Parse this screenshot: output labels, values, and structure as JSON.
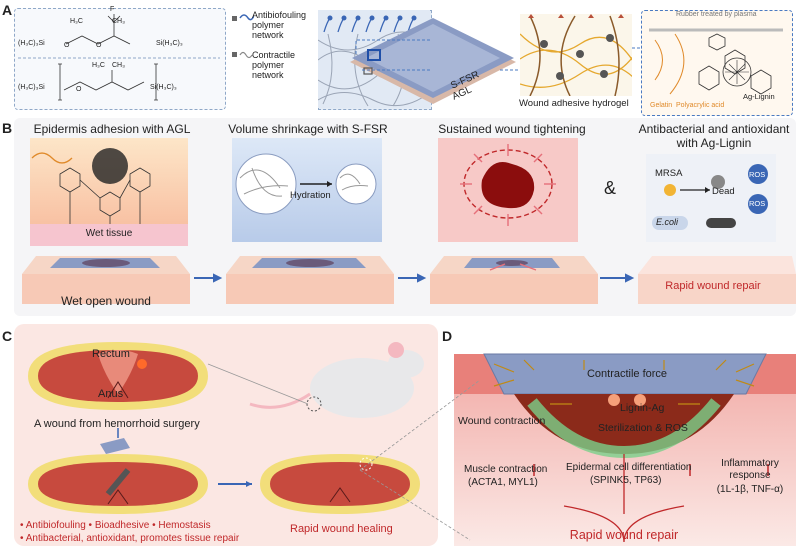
{
  "panel_a": {
    "label": "A",
    "chem1": {
      "left": "(H₃C)₃Si",
      "mid_o1": "O",
      "mid_o2": "O",
      "ch3": "H₃C",
      "ch3b": "CH₃",
      "si": "Si",
      "cf3": "F",
      "right": "Si(H₃C)₃"
    },
    "chem2": {
      "left": "(H₃C)₃Si",
      "ch3": "H₃C",
      "ch3b": "CH₃",
      "si": "Si",
      "right": "Si(H₃C)₃",
      "o": "O"
    },
    "legend1": "Antibiofouling\npolymer\nnetwork",
    "legend2": "Contractile\npolymer\nnetwork",
    "sfsr": "S-FSR",
    "agl": "AGL",
    "wound_adhesive": "Wound adhesive hydrogel",
    "rubber": "Rubber treated by plasma",
    "gelatin": "Gelatin",
    "polyacrylic": "Polyacrylic acid",
    "aglignin": "Ag-Lignin"
  },
  "panel_b": {
    "label": "B",
    "step1": "Epidermis adhesion with AGL",
    "step2": "Volume shrinkage with S-FSR",
    "step3": "Sustained wound tightening",
    "step4": "Antibacterial and antioxidant\nwith Ag-Lignin",
    "wet_tissue": "Wet tissue",
    "hydration": "Hydration",
    "amp": "&",
    "mrsa": "MRSA",
    "dead": "Dead",
    "ros": "ROS",
    "ecoli": "E.coli",
    "wet_open_wound": "Wet open wound",
    "rapid_repair": "Rapid wound repair"
  },
  "panel_c": {
    "label": "C",
    "rectum": "Rectum",
    "anus": "Anus",
    "surgery": "A wound from hemorrhoid surgery",
    "rapid_healing": "Rapid wound healing",
    "bullets1": "• Antibiofouling  • Bioadhesive  • Hemostasis",
    "bullets2": "• Antibacterial, antioxidant, promotes tissue repair"
  },
  "panel_d": {
    "label": "D",
    "contractile": "Contractile force",
    "lignin_ag": "Lignin-Ag",
    "sterilization": "Sterilization & ROS",
    "wound_contraction": "Wound contraction",
    "muscle": "Muscle contraction",
    "muscle_genes": "(ACTA1, MYL1)",
    "epidermal": "Epidermal cell differentiation",
    "epidermal_genes": "(SPINK5, TP63)",
    "inflammatory": "Inflammatory\nresponse",
    "inflammatory_genes": "(1L-1β, TNF-α)",
    "rapid_repair": "Rapid wound repair"
  },
  "colors": {
    "accent_red": "#c0282a",
    "arrow_blue": "#3a66b5",
    "panel_bg": "#eef3fa",
    "pink_bg": "#fbe7e3"
  }
}
